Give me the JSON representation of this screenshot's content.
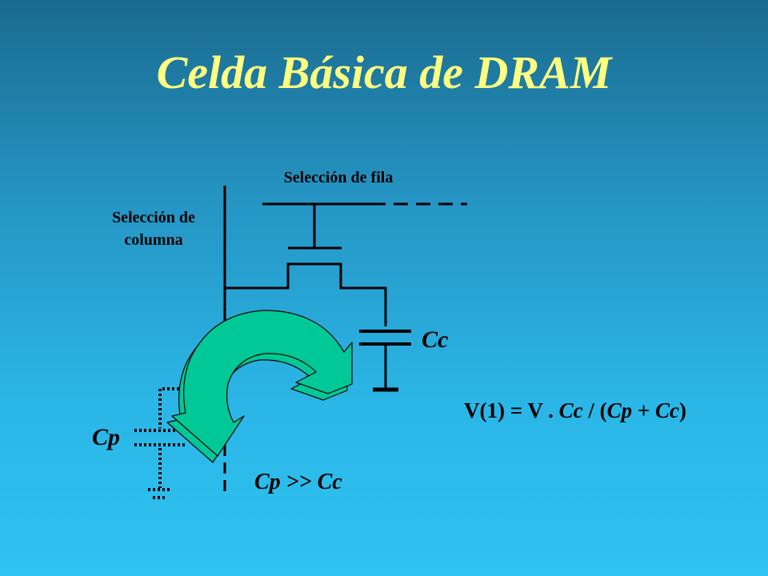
{
  "slide": {
    "title": "Celda Básica de DRAM"
  },
  "diagram": {
    "row_select_label": "Selección de fila",
    "column_select_label_line1": "Selección de",
    "column_select_label_line2": "columna",
    "cell_capacitor_label": "Cc",
    "parasitic_capacitor_label": "Cp",
    "relation_label": "Cp >> Cc",
    "formula": {
      "prefix": "V(1) = V . ",
      "cc1": "Cc",
      "mid": " / (",
      "cp": "Cp",
      "plus": " + ",
      "cc2": "Cc",
      "suffix": ")"
    }
  },
  "colors": {
    "title": "#ffff80",
    "arrow": "#00c896",
    "lines": "#000000"
  }
}
